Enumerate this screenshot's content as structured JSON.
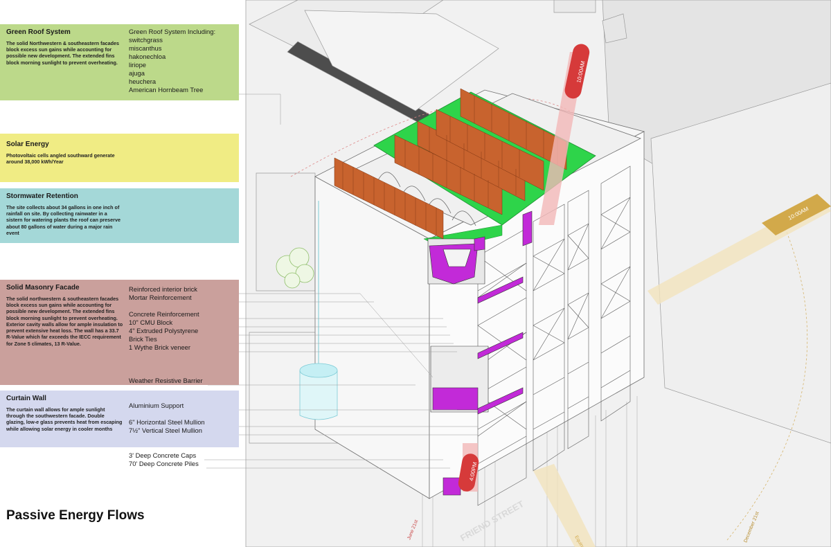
{
  "panels": {
    "green_roof": {
      "title": "Green Roof System",
      "body": "The solid Northwestern & southeastern facades block excess sun gains while accounting for possible new development. The extended fins block morning sunlight to prevent overheating.",
      "color": "#bcd98a"
    },
    "solar": {
      "title": "Solar Energy",
      "body": "Photovoltaic cells angled southward generate around 38,000 kWh/Year",
      "color": "#f0ec84"
    },
    "stormwater": {
      "title": "Stormwater Retention",
      "body": "The site collects about 34 gallons in one inch of rainfall on site. By collecting rainwater in a sistern for watering plants the roof can preserve about 80 gallons of water during a major rain event",
      "color": "#a4d8d8"
    },
    "masonry": {
      "title": "Solid Masonry Facade",
      "body": "The solid northwestern & southeastern facades block excess sun gains while accounting for possible new development. The extended fins block morning sunlight to prevent overheating. Exterior cavity walls allow for ample insulation to prevent extensive heat loss. The wall has a 33.7 R-Value which far exceeds the IECC requirement for Zone 5 climates, 13 R-Value.",
      "color": "#caa09c"
    },
    "curtain_wall": {
      "title": "Curtain Wall",
      "body": "The curtain wall allows for ample sunlight through the southwestern facade. Double glazing, low-e glass prevents heat from escaping while allowing solar energy in cooler months",
      "color": "#d4d8ee"
    }
  },
  "labels": {
    "roof_heading": "Green Roof System Including:",
    "roof_plants": [
      "switchgrass",
      "miscanthus",
      "hakonechloa",
      "liriope",
      "ajuga",
      "heuchera",
      "American Hornbeam Tree"
    ],
    "wall_layers_top": [
      "Reinforced interior brick",
      "Mortar Reinforcement"
    ],
    "wall_layers": [
      "Concrete Reinforcement",
      "10\" CMU Block",
      "4\" Extruded Polystyrene",
      "Brick Ties",
      "1 Wythe Brick veneer"
    ],
    "barrier": "Weather Resistive Barrier",
    "curtain_top": "Aluminium Support",
    "curtain_mullions": [
      "6\" Horizontal Steel Mullion",
      "7½\" Vertical Steel Mullion"
    ],
    "piles": [
      "3' Deep Concrete Caps",
      "70' Deep Concrete Piles"
    ]
  },
  "sun_paths": {
    "june_10am": "10:00AM",
    "december_10am": "10:00AM",
    "june_4pm": "4:00PM",
    "june_label": "June 21st",
    "december_label": "December 21st",
    "equinox_label": "Equinox"
  },
  "street_label": "FRIEND STREET",
  "page_title": "Passive Energy Flows",
  "colors": {
    "roof_green": "#2ed44a",
    "solar_fin": "#c8632e",
    "insulation_magenta": "#c22ad8",
    "sun_red": "#d63a3a",
    "sun_gold": "#d2a94a",
    "water": "#a9e3ea"
  }
}
